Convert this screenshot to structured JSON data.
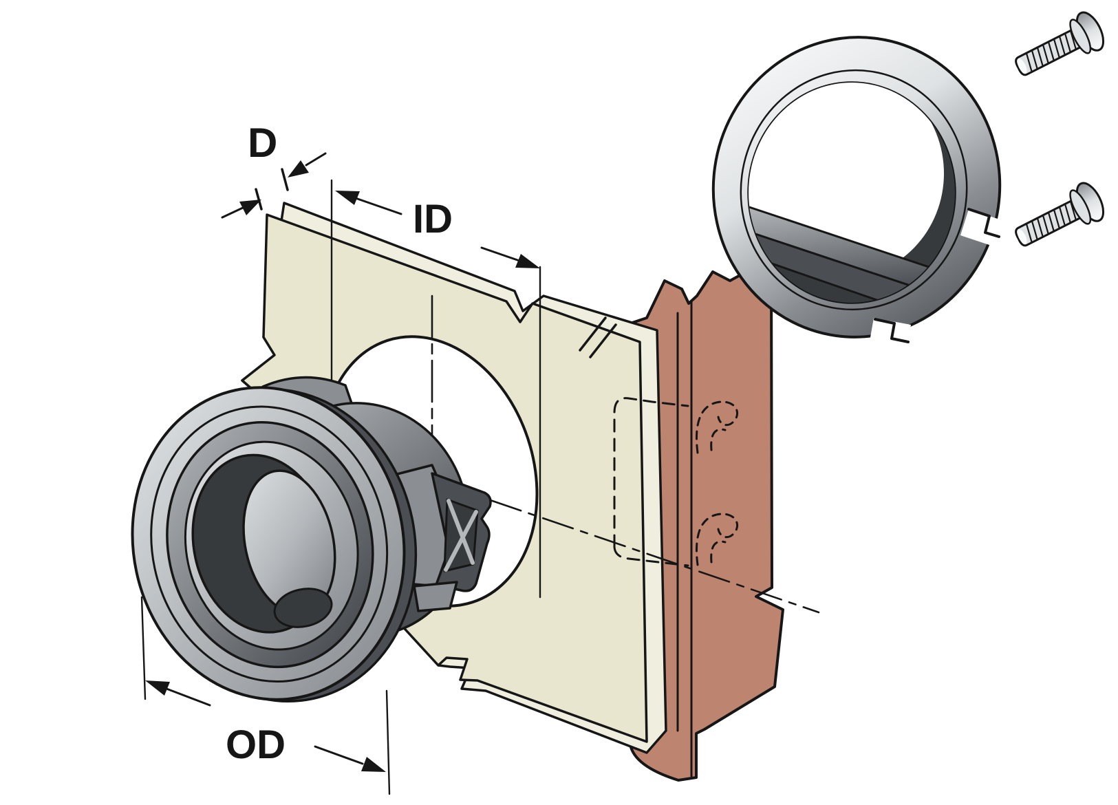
{
  "diagram": {
    "labels": {
      "panel_thickness": "D",
      "hole_inner_diameter": "ID",
      "flange_outer_diameter": "OD"
    },
    "colors": {
      "background": "#ffffff",
      "line": "#161616",
      "panel_face": "#e9e6cf",
      "panel_edge": "#f0efdf",
      "frame_board": "#bd8470",
      "hole_white": "#ffffff",
      "metal_white": "#fafbfb",
      "metal_light": "#dfe2e4",
      "metal_midlight": "#b4b8bb",
      "metal_mid": "#8b8f93",
      "metal_dark": "#4b4f53",
      "recess_dark": "#373a3d"
    }
  }
}
